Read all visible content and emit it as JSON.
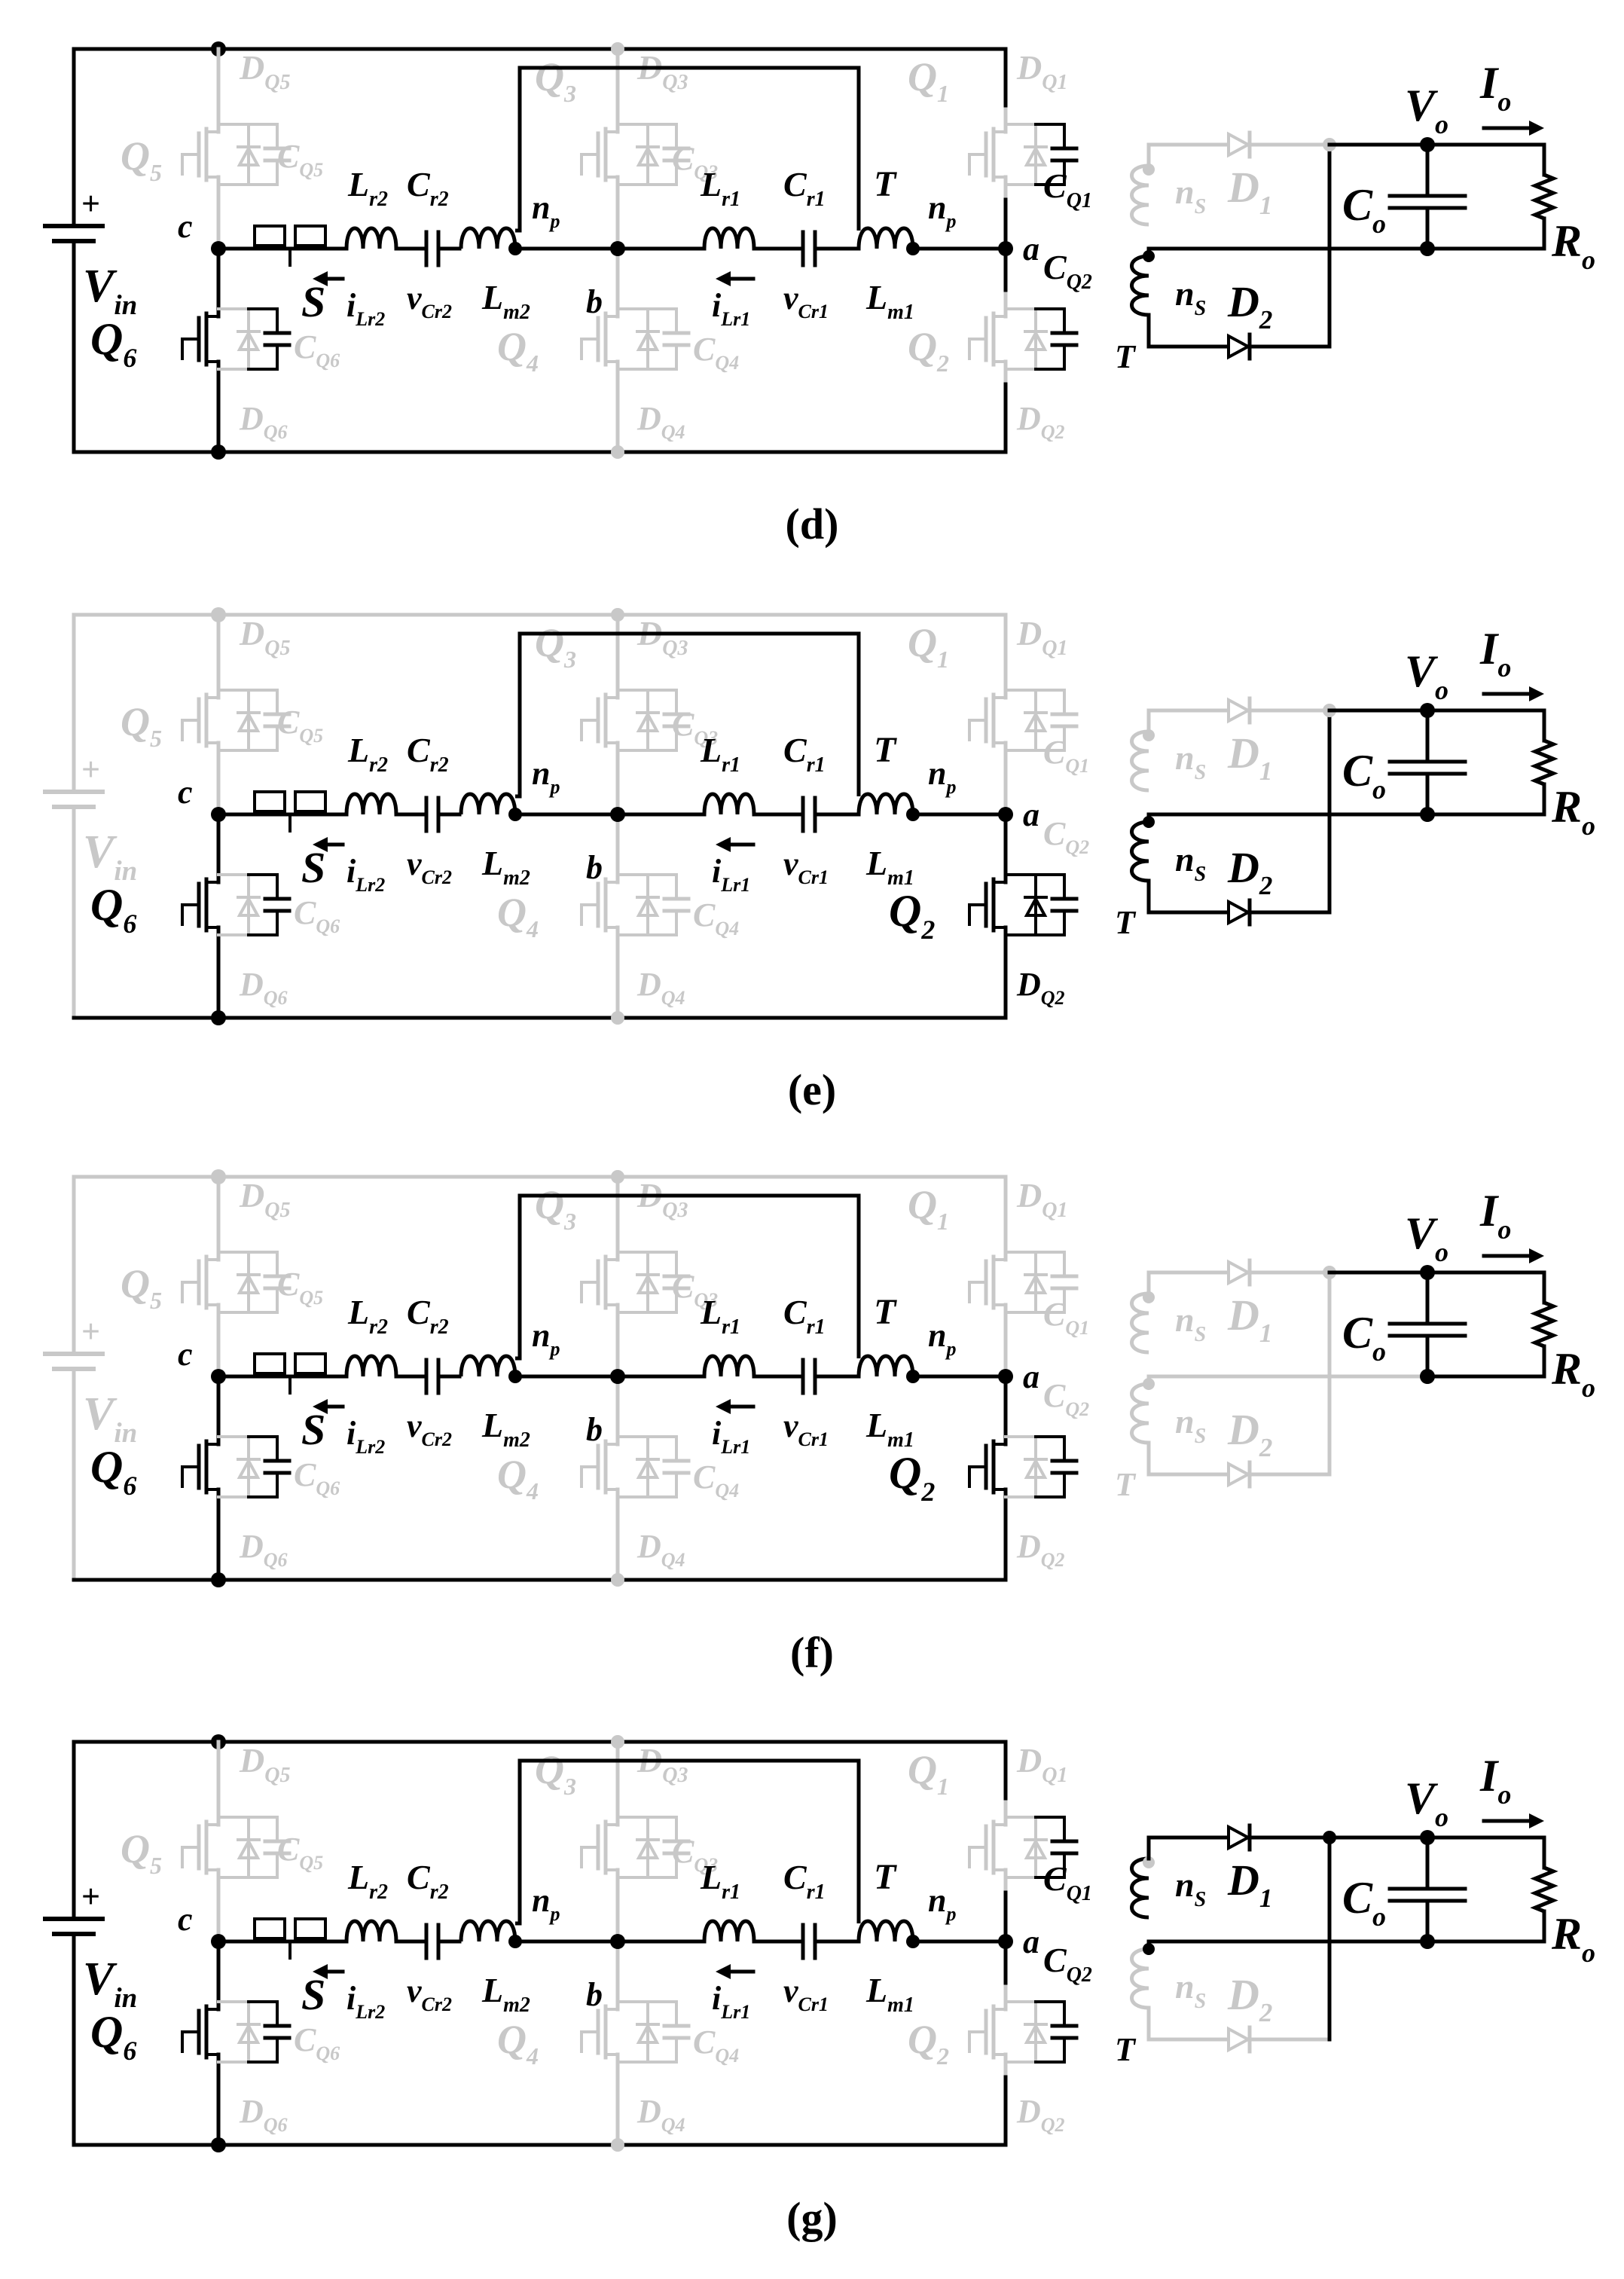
{
  "panels": [
    {
      "caption": "(d)",
      "labels": {
        "vin_plus": "+",
        "vin_main": "V",
        "vin_sub": "in",
        "c": "c",
        "b": "b",
        "a": "a",
        "lr2_main": "L",
        "lr2_sub": "r2",
        "cr2_main": "C",
        "cr2_sub": "r2",
        "np2_main": "n",
        "np2_sub": "p",
        "s": "S",
        "ilr2_main": "i",
        "ilr2_sub": "Lr2",
        "vcr2_main": "v",
        "vcr2_sub": "Cr2",
        "lm2_main": "L",
        "lm2_sub": "m2",
        "lr1_main": "L",
        "lr1_sub": "r1",
        "cr1_main": "C",
        "cr1_sub": "r1",
        "t1": "T",
        "np1_main": "n",
        "np1_sub": "p",
        "ilr1_main": "i",
        "ilr1_sub": "Lr1",
        "vcr1_main": "v",
        "vcr1_sub": "Cr1",
        "lm1_main": "L",
        "lm1_sub": "m1",
        "q5_main": "Q",
        "q5_sub": "5",
        "dq5_main": "D",
        "dq5_sub": "Q5",
        "cq5_main": "C",
        "cq5_sub": "Q5",
        "q6_main": "Q",
        "q6_sub": "6",
        "dq6_main": "D",
        "dq6_sub": "Q6",
        "cq6_main": "C",
        "cq6_sub": "Q6",
        "q3_main": "Q",
        "q3_sub": "3",
        "dq3_main": "D",
        "dq3_sub": "Q3",
        "cq3_main": "C",
        "cq3_sub": "Q3",
        "q4_main": "Q",
        "q4_sub": "4",
        "dq4_main": "D",
        "dq4_sub": "Q4",
        "cq4_main": "C",
        "cq4_sub": "Q4",
        "q1_main": "Q",
        "q1_sub": "1",
        "dq1_main": "D",
        "dq1_sub": "Q1",
        "cq1_main": "C",
        "cq1_sub": "Q1",
        "q2_main": "Q",
        "q2_sub": "2",
        "dq2_main": "D",
        "dq2_sub": "Q2",
        "cq2_main": "C",
        "cq2_sub": "Q2",
        "ns1_main": "n",
        "ns1_sub": "S",
        "d1_main": "D",
        "d1_sub": "1",
        "ns2_main": "n",
        "ns2_sub": "S",
        "d2_main": "D",
        "d2_sub": "2",
        "t2": "T",
        "vo_main": "V",
        "vo_sub": "o",
        "io_main": "I",
        "io_sub": "o",
        "co_main": "C",
        "co_sub": "o",
        "ro_main": "R",
        "ro_sub": "o"
      }
    },
    {
      "caption": "(e)",
      "labels": {
        "vin_plus": "+",
        "vin_main": "V",
        "vin_sub": "in",
        "c": "c",
        "b": "b",
        "a": "a",
        "lr2_main": "L",
        "lr2_sub": "r2",
        "cr2_main": "C",
        "cr2_sub": "r2",
        "np2_main": "n",
        "np2_sub": "p",
        "s": "S",
        "ilr2_main": "i",
        "ilr2_sub": "Lr2",
        "vcr2_main": "v",
        "vcr2_sub": "Cr2",
        "lm2_main": "L",
        "lm2_sub": "m2",
        "lr1_main": "L",
        "lr1_sub": "r1",
        "cr1_main": "C",
        "cr1_sub": "r1",
        "t1": "T",
        "np1_main": "n",
        "np1_sub": "p",
        "ilr1_main": "i",
        "ilr1_sub": "Lr1",
        "vcr1_main": "v",
        "vcr1_sub": "Cr1",
        "lm1_main": "L",
        "lm1_sub": "m1",
        "q5_main": "Q",
        "q5_sub": "5",
        "dq5_main": "D",
        "dq5_sub": "Q5",
        "cq5_main": "C",
        "cq5_sub": "Q5",
        "q6_main": "Q",
        "q6_sub": "6",
        "dq6_main": "D",
        "dq6_sub": "Q6",
        "cq6_main": "C",
        "cq6_sub": "Q6",
        "q3_main": "Q",
        "q3_sub": "3",
        "dq3_main": "D",
        "dq3_sub": "Q3",
        "cq3_main": "C",
        "cq3_sub": "Q3",
        "q4_main": "Q",
        "q4_sub": "4",
        "dq4_main": "D",
        "dq4_sub": "Q4",
        "cq4_main": "C",
        "cq4_sub": "Q4",
        "q1_main": "Q",
        "q1_sub": "1",
        "dq1_main": "D",
        "dq1_sub": "Q1",
        "cq1_main": "C",
        "cq1_sub": "Q1",
        "q2_main": "Q",
        "q2_sub": "2",
        "dq2_main": "D",
        "dq2_sub": "Q2",
        "cq2_main": "C",
        "cq2_sub": "Q2",
        "ns1_main": "n",
        "ns1_sub": "S",
        "d1_main": "D",
        "d1_sub": "1",
        "ns2_main": "n",
        "ns2_sub": "S",
        "d2_main": "D",
        "d2_sub": "2",
        "t2": "T",
        "vo_main": "V",
        "vo_sub": "o",
        "io_main": "I",
        "io_sub": "o",
        "co_main": "C",
        "co_sub": "o",
        "ro_main": "R",
        "ro_sub": "o"
      }
    },
    {
      "caption": "(f)",
      "labels": {
        "vin_plus": "+",
        "vin_main": "V",
        "vin_sub": "in",
        "c": "c",
        "b": "b",
        "a": "a",
        "lr2_main": "L",
        "lr2_sub": "r2",
        "cr2_main": "C",
        "cr2_sub": "r2",
        "np2_main": "n",
        "np2_sub": "p",
        "s": "S",
        "ilr2_main": "i",
        "ilr2_sub": "Lr2",
        "vcr2_main": "v",
        "vcr2_sub": "Cr2",
        "lm2_main": "L",
        "lm2_sub": "m2",
        "lr1_main": "L",
        "lr1_sub": "r1",
        "cr1_main": "C",
        "cr1_sub": "r1",
        "t1": "T",
        "np1_main": "n",
        "np1_sub": "p",
        "ilr1_main": "i",
        "ilr1_sub": "Lr1",
        "vcr1_main": "v",
        "vcr1_sub": "Cr1",
        "lm1_main": "L",
        "lm1_sub": "m1",
        "q5_main": "Q",
        "q5_sub": "5",
        "dq5_main": "D",
        "dq5_sub": "Q5",
        "cq5_main": "C",
        "cq5_sub": "Q5",
        "q6_main": "Q",
        "q6_sub": "6",
        "dq6_main": "D",
        "dq6_sub": "Q6",
        "cq6_main": "C",
        "cq6_sub": "Q6",
        "q3_main": "Q",
        "q3_sub": "3",
        "dq3_main": "D",
        "dq3_sub": "Q3",
        "cq3_main": "C",
        "cq3_sub": "Q3",
        "q4_main": "Q",
        "q4_sub": "4",
        "dq4_main": "D",
        "dq4_sub": "Q4",
        "cq4_main": "C",
        "cq4_sub": "Q4",
        "q1_main": "Q",
        "q1_sub": "1",
        "dq1_main": "D",
        "dq1_sub": "Q1",
        "cq1_main": "C",
        "cq1_sub": "Q1",
        "q2_main": "Q",
        "q2_sub": "2",
        "dq2_main": "D",
        "dq2_sub": "Q2",
        "cq2_main": "C",
        "cq2_sub": "Q2",
        "ns1_main": "n",
        "ns1_sub": "S",
        "d1_main": "D",
        "d1_sub": "1",
        "ns2_main": "n",
        "ns2_sub": "S",
        "d2_main": "D",
        "d2_sub": "2",
        "t2": "T",
        "vo_main": "V",
        "vo_sub": "o",
        "io_main": "I",
        "io_sub": "o",
        "co_main": "C",
        "co_sub": "o",
        "ro_main": "R",
        "ro_sub": "o"
      }
    },
    {
      "caption": "(g)",
      "labels": {
        "vin_plus": "+",
        "vin_main": "V",
        "vin_sub": "in",
        "c": "c",
        "b": "b",
        "a": "a",
        "lr2_main": "L",
        "lr2_sub": "r2",
        "cr2_main": "C",
        "cr2_sub": "r2",
        "np2_main": "n",
        "np2_sub": "p",
        "s": "S",
        "ilr2_main": "i",
        "ilr2_sub": "Lr2",
        "vcr2_main": "v",
        "vcr2_sub": "Cr2",
        "lm2_main": "L",
        "lm2_sub": "m2",
        "lr1_main": "L",
        "lr1_sub": "r1",
        "cr1_main": "C",
        "cr1_sub": "r1",
        "t1": "T",
        "np1_main": "n",
        "np1_sub": "p",
        "ilr1_main": "i",
        "ilr1_sub": "Lr1",
        "vcr1_main": "v",
        "vcr1_sub": "Cr1",
        "lm1_main": "L",
        "lm1_sub": "m1",
        "q5_main": "Q",
        "q5_sub": "5",
        "dq5_main": "D",
        "dq5_sub": "Q5",
        "cq5_main": "C",
        "cq5_sub": "Q5",
        "q6_main": "Q",
        "q6_sub": "6",
        "dq6_main": "D",
        "dq6_sub": "Q6",
        "cq6_main": "C",
        "cq6_sub": "Q6",
        "q3_main": "Q",
        "q3_sub": "3",
        "dq3_main": "D",
        "dq3_sub": "Q3",
        "cq3_main": "C",
        "cq3_sub": "Q3",
        "q4_main": "Q",
        "q4_sub": "4",
        "dq4_main": "D",
        "dq4_sub": "Q4",
        "cq4_main": "C",
        "cq4_sub": "Q4",
        "q1_main": "Q",
        "q1_sub": "1",
        "dq1_main": "D",
        "dq1_sub": "Q1",
        "cq1_main": "C",
        "cq1_sub": "Q1",
        "q2_main": "Q",
        "q2_sub": "2",
        "dq2_main": "D",
        "dq2_sub": "Q2",
        "cq2_main": "C",
        "cq2_sub": "Q2",
        "ns1_main": "n",
        "ns1_sub": "S",
        "d1_main": "D",
        "d1_sub": "1",
        "ns2_main": "n",
        "ns2_sub": "S",
        "d2_main": "D",
        "d2_sub": "2",
        "t2": "T",
        "vo_main": "V",
        "vo_sub": "o",
        "io_main": "I",
        "io_sub": "o",
        "co_main": "C",
        "co_sub": "o",
        "ro_main": "R",
        "ro_sub": "o"
      }
    }
  ],
  "colors": {
    "active": "#000000",
    "inactive": "#c8c8c8",
    "background": "#ffffff"
  }
}
